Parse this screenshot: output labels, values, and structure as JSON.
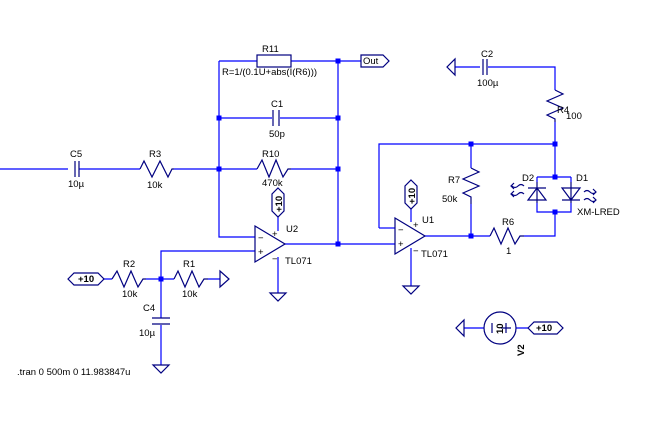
{
  "schematic": {
    "colors": {
      "wire": "#0000ff",
      "component": "#000080",
      "text": "#000000",
      "background": "#ffffff"
    },
    "components": {
      "R11": {
        "name": "R11",
        "value": "R=1/(0.1U+abs(I(R6)))"
      },
      "C1": {
        "name": "C1",
        "value": "50p"
      },
      "R10": {
        "name": "R10",
        "value": "470k"
      },
      "C5": {
        "name": "C5",
        "value": "10µ"
      },
      "R3": {
        "name": "R3",
        "value": "10k"
      },
      "R2": {
        "name": "R2",
        "value": "10k"
      },
      "R1": {
        "name": "R1",
        "value": "10k"
      },
      "C4": {
        "name": "C4",
        "value": "10µ"
      },
      "U2": {
        "name": "U2",
        "value": "TL071"
      },
      "U1": {
        "name": "U1",
        "value": "TL071"
      },
      "R7": {
        "name": "R7",
        "value": "50k"
      },
      "R6": {
        "name": "R6",
        "value": "1"
      },
      "C2": {
        "name": "C2",
        "value": "100µ"
      },
      "R4": {
        "name": "R4",
        "value": "100"
      },
      "D2": {
        "name": "D2",
        "value": ""
      },
      "D1": {
        "name": "D1",
        "value": "XM-LRED"
      },
      "V2": {
        "name": "V2",
        "value": "10"
      }
    },
    "net_labels": {
      "out": "Out",
      "vcc_u2": "+10",
      "vcc_u1": "+10",
      "vcc_r2": "+10",
      "vcc_v2": "+10"
    },
    "pin_marks": {
      "plus": "+",
      "minus": "−"
    },
    "directive": ".tran 0 500m 0 11.983847u"
  }
}
